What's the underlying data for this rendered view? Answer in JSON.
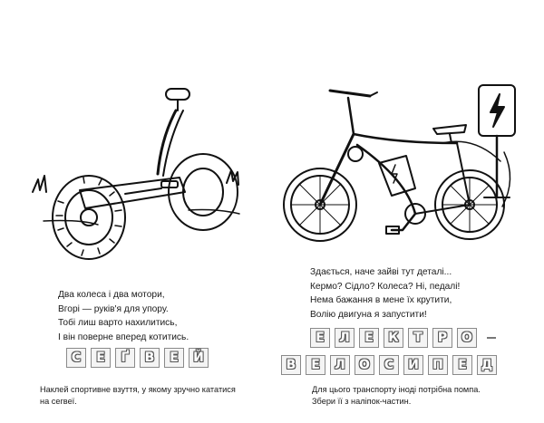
{
  "left_page": {
    "poem": [
      "Два колеса і два мотори,",
      "Вгорі — руків'я для упору.",
      "Тобі лиш варто нахилитись,",
      "І він поверне вперед котитись."
    ],
    "answer_letters": [
      "С",
      "Е",
      "Ґ",
      "В",
      "Е",
      "Й"
    ],
    "caption": [
      "Наклей спортивне взуття, у якому зручно кататися",
      "на сегвеї."
    ],
    "illustration": "segway"
  },
  "right_page": {
    "poem": [
      "Здається, наче зайві тут деталі...",
      "Кермо? Сідло? Колеса? Ні, педалі!",
      "Нема бажання в мене їх крутити,",
      "Волію двигуна я запустити!"
    ],
    "answer_line1": [
      "Е",
      "Л",
      "Е",
      "К",
      "Т",
      "Р",
      "О"
    ],
    "answer_line2": [
      "В",
      "Е",
      "Л",
      "О",
      "С",
      "И",
      "П",
      "Е",
      "Д"
    ],
    "caption": [
      "Для цього транспорту іноді потрібна помпа.",
      "Збери її з наліпок-частин."
    ],
    "illustration": "electric-bicycle",
    "sign_icon": "lightning-bolt-icon"
  }
}
